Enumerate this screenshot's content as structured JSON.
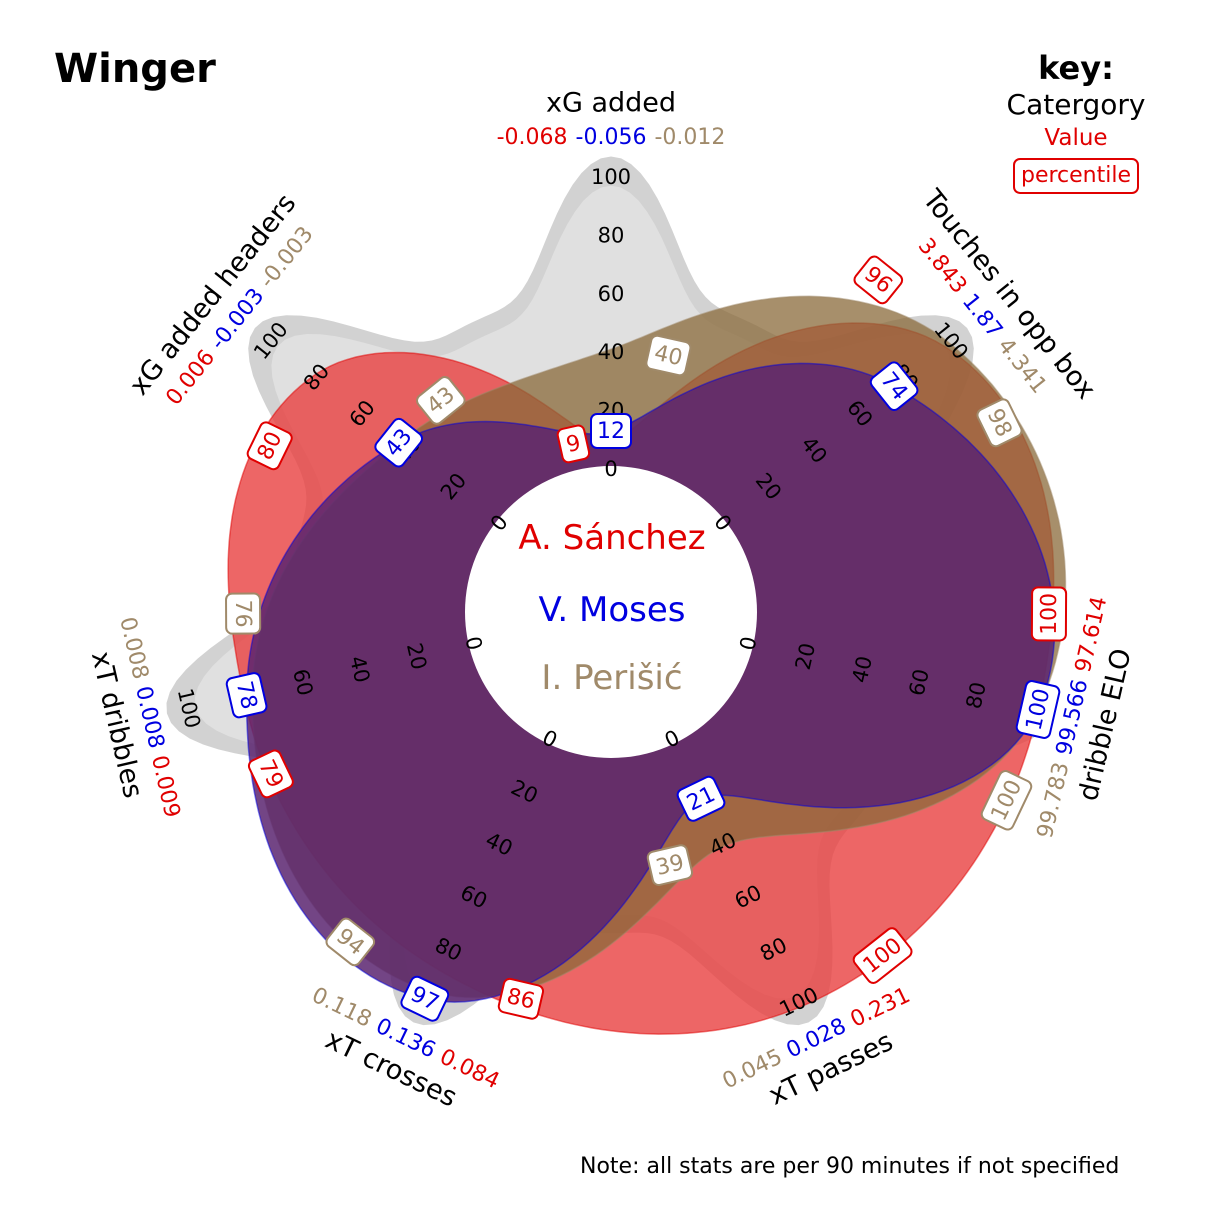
{
  "title": "Winger",
  "note": "Note: all stats are per 90 minutes if not specified",
  "key": {
    "title": "key:",
    "category": "Catergory",
    "value": "Value",
    "percentile": "percentile"
  },
  "players": [
    {
      "name": "A. Sánchez",
      "color": "#e00000"
    },
    {
      "name": "V. Moses",
      "color": "#0000e0"
    },
    {
      "name": "I. Perišić",
      "color": "#a08a6a"
    }
  ],
  "chart_data": {
    "type": "radar",
    "title": "Winger",
    "range": [
      0,
      100
    ],
    "ticks": [
      "0",
      "20",
      "40",
      "60",
      "80",
      "100"
    ],
    "fill_colors": [
      "#e84040",
      "#5a2470",
      "#8a6a3a"
    ],
    "categories": [
      "xG added",
      "Touches in opp box",
      "dribble ELO",
      "xT passes",
      "xT crosses",
      "xT dribbles",
      "xG added headers"
    ],
    "series": [
      {
        "name": "A. Sánchez",
        "values": [
          "-0.068",
          "3.843",
          "97.614",
          "0.231",
          "0.084",
          "0.009",
          "0.006"
        ],
        "percentiles": [
          9,
          96,
          100,
          100,
          86,
          79,
          80
        ]
      },
      {
        "name": "V. Moses",
        "values": [
          "-0.056",
          "1.87",
          "99.566",
          "0.028",
          "0.136",
          "0.008",
          "-0.003"
        ],
        "percentiles": [
          12,
          74,
          100,
          21,
          97,
          78,
          43
        ]
      },
      {
        "name": "I. Perišić",
        "values": [
          "-0.012",
          "4.341",
          "99.783",
          "0.045",
          "0.118",
          "0.008",
          "-0.003"
        ],
        "percentiles": [
          40,
          98,
          100,
          39,
          94,
          76,
          43
        ]
      }
    ]
  }
}
